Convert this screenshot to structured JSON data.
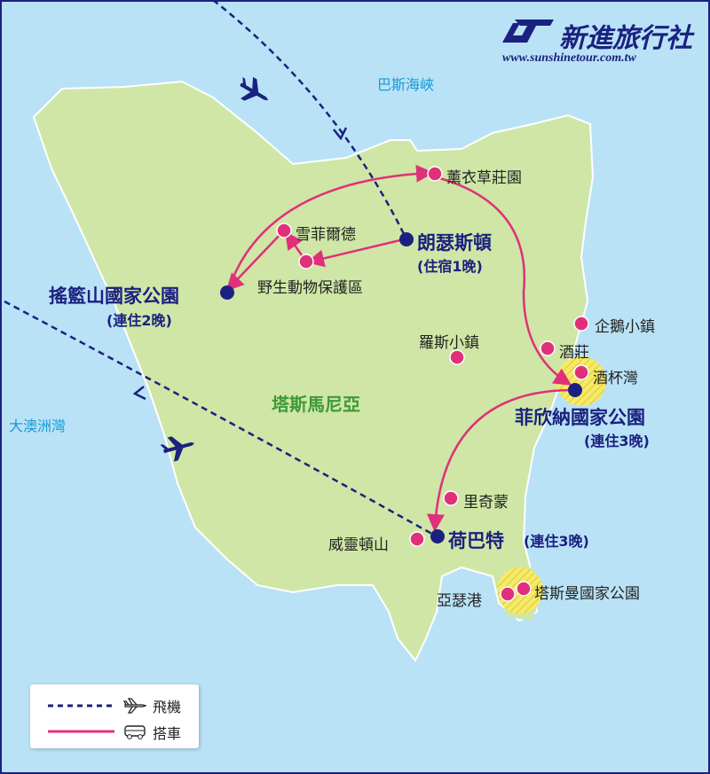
{
  "brand": {
    "name": "新進旅行社",
    "url": "www.sunshinetour.com.tw",
    "logo_text": "ST"
  },
  "seas": {
    "north": "巴斯海峽",
    "west": "大澳洲灣"
  },
  "region": "塔斯馬尼亞",
  "bases": [
    {
      "name": "朗瑟斯頓",
      "note": "(住宿1晚)"
    },
    {
      "name": "搖籃山國家公園",
      "note": "(連住2晚)"
    },
    {
      "name": "菲欣納國家公園",
      "note": "(連住3晚)"
    },
    {
      "name": "荷巴特",
      "note": "(連住3晚)"
    }
  ],
  "attractions": [
    "薰衣草莊園",
    "雪菲爾德",
    "野生動物保護區",
    "羅斯小鎮",
    "企鵝小鎮",
    "酒莊",
    "酒杯灣",
    "里奇蒙",
    "威靈頓山",
    "亞瑟港",
    "塔斯曼國家公園"
  ],
  "legend": {
    "flight": "飛機",
    "drive": "搭車"
  },
  "colors": {
    "sea": "#b9e2f6",
    "land": "#cfe6a6",
    "navy": "#1b2180",
    "pink": "#e0307a",
    "highlight": "#f3e35a"
  }
}
